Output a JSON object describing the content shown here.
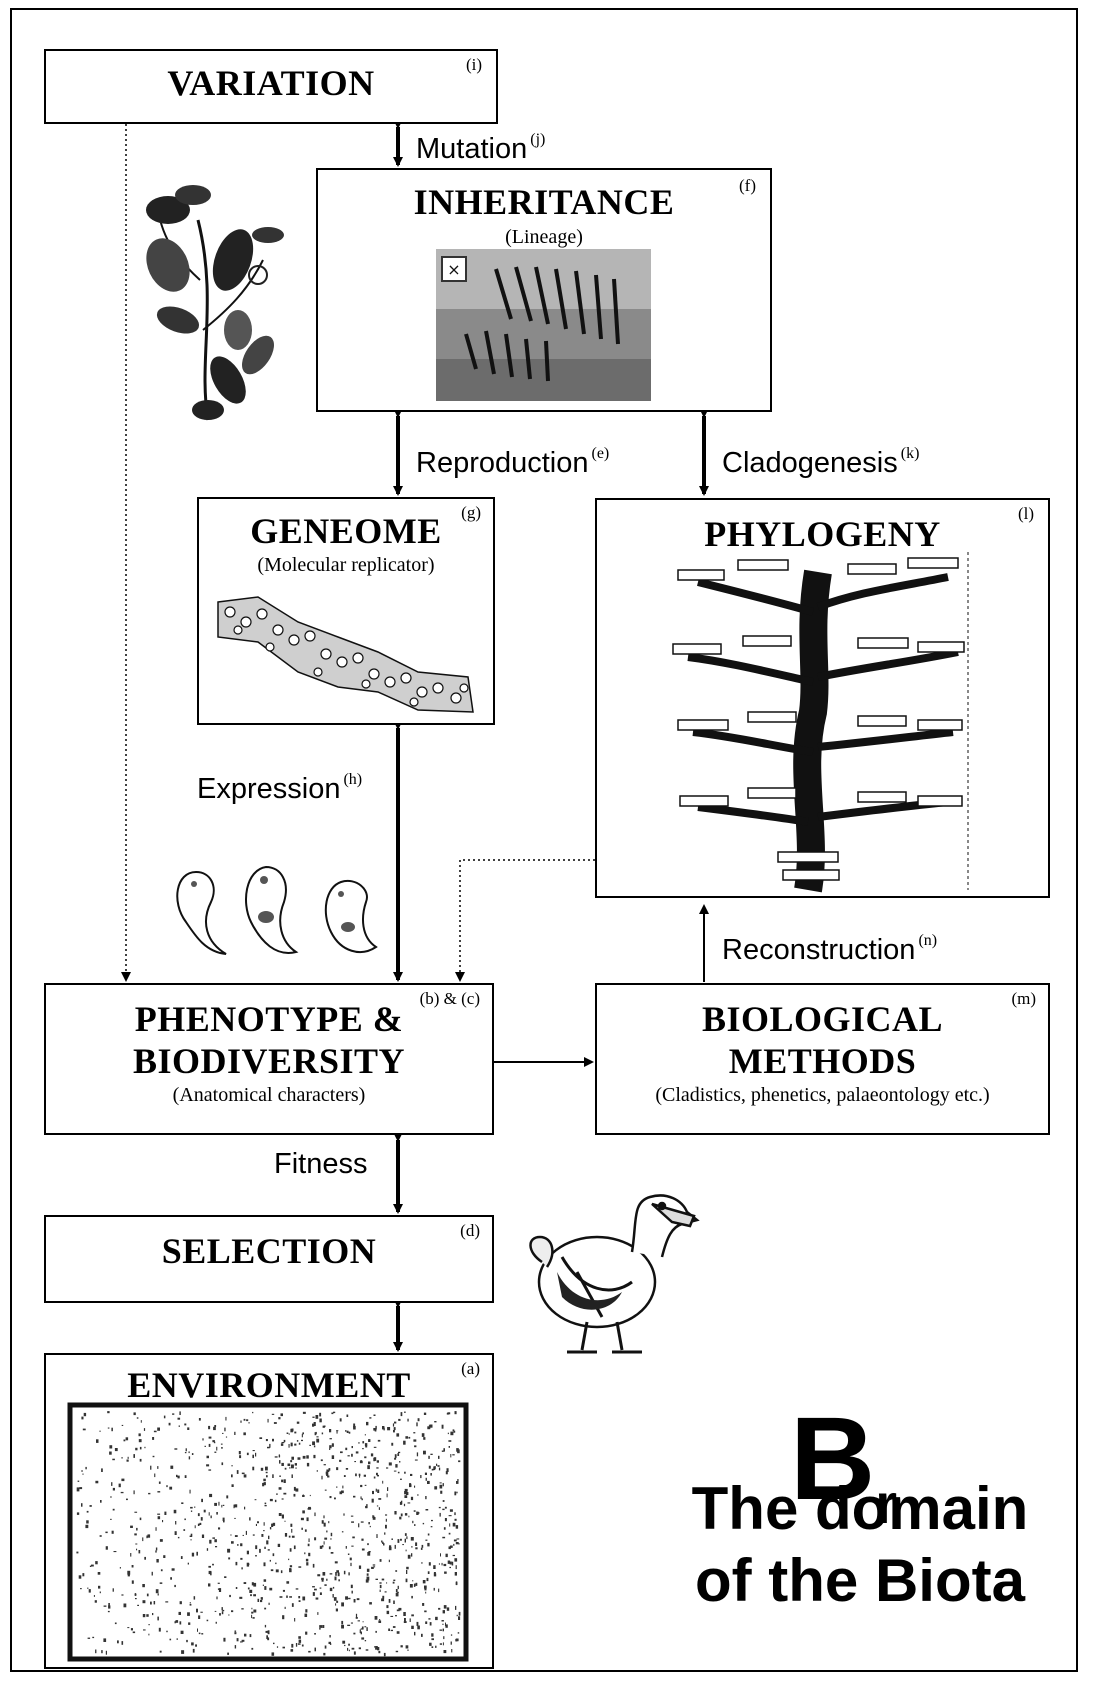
{
  "boxes": {
    "variation": {
      "title": "VARIATION",
      "tag": "(i)"
    },
    "inheritance": {
      "title": "INHERITANCE",
      "subtitle": "(Lineage)",
      "tag": "(f)"
    },
    "geneome": {
      "title": "GENEOME",
      "subtitle": "(Molecular replicator)",
      "tag": "(g)"
    },
    "phylogeny": {
      "title": "PHYLOGENY",
      "tag": "(l)"
    },
    "phenotype": {
      "title_line1": "PHENOTYPE &",
      "title_line2": "BIODIVERSITY",
      "subtitle": "(Anatomical characters)",
      "tag": "(b) & (c)"
    },
    "methods": {
      "title_line1": "BIOLOGICAL",
      "title_line2": "METHODS",
      "subtitle": "(Cladistics, phenetics, palaeontology etc.)",
      "tag": "(m)"
    },
    "selection": {
      "title": "SELECTION",
      "tag": "(d)"
    },
    "environment": {
      "title": "ENVIRONMENT",
      "tag": "(a)"
    }
  },
  "links": {
    "mutation": {
      "label": "Mutation",
      "tag": "(j)"
    },
    "reproduction": {
      "label": "Reproduction",
      "tag": "(e)"
    },
    "cladogenesis": {
      "label": "Cladogenesis",
      "tag": "(k)"
    },
    "expression": {
      "label": "Expression",
      "tag": "(h)"
    },
    "reconstruction": {
      "label": "Reconstruction",
      "tag": "(n)"
    },
    "fitness": {
      "label": "Fitness",
      "tag": ""
    }
  },
  "domain": {
    "symbol": "B",
    "subscript": "r",
    "caption_line1": "The domain",
    "caption_line2": "of the Biota"
  },
  "pictures": {
    "pea_plant": "pea-plant-illustration",
    "zebras": "zebra-photo",
    "dna": "dna-molecule-illustration",
    "tree_of_life": "tree-of-life-illustration",
    "embryos": "embryo-illustrations",
    "dodo": "dodo-illustration",
    "environment": "environment-texture"
  }
}
